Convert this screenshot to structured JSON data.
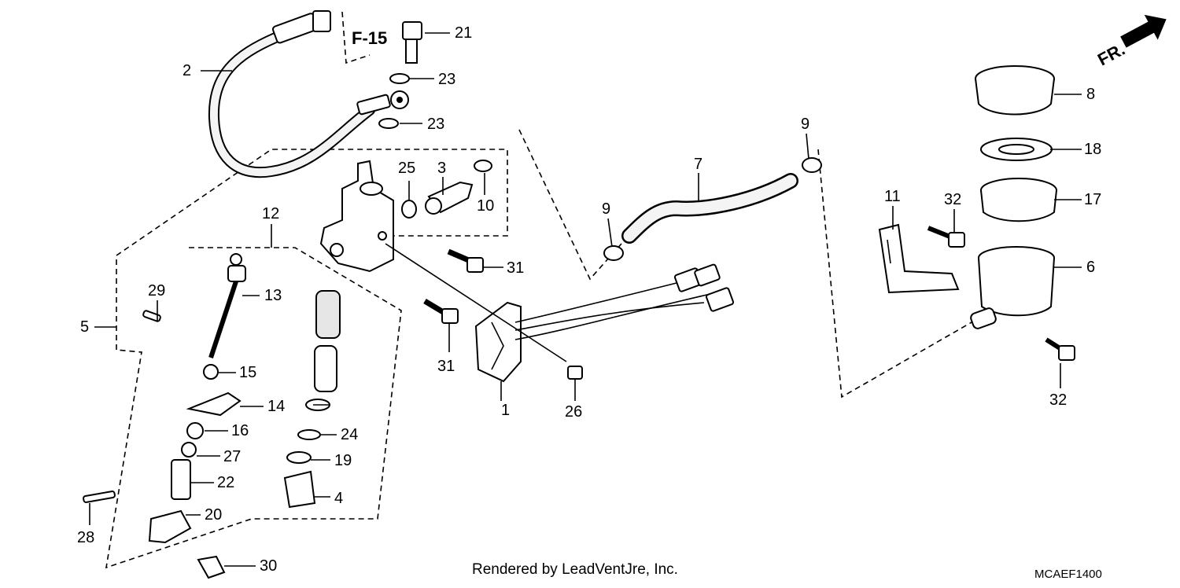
{
  "diagram": {
    "reference": "F-15",
    "front_marker": "FR.",
    "footer_credit": "Rendered by LeadVentJre, Inc.",
    "diagram_code": "MCAEF1400",
    "callouts": [
      "1",
      "2",
      "3",
      "4",
      "5",
      "6",
      "7",
      "8",
      "9",
      "9",
      "10",
      "11",
      "12",
      "13",
      "14",
      "15",
      "16",
      "17",
      "18",
      "19",
      "20",
      "21",
      "22",
      "23",
      "23",
      "24",
      "25",
      "26",
      "27",
      "28",
      "29",
      "30",
      "31",
      "31",
      "32",
      "32"
    ]
  }
}
